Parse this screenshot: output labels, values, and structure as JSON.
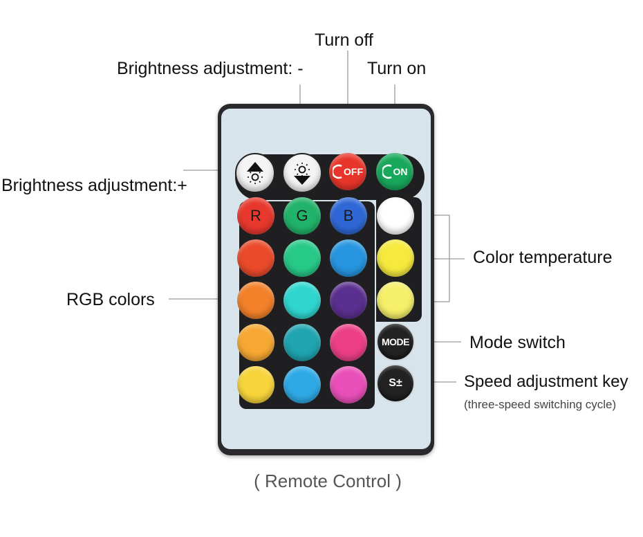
{
  "labels": {
    "turn_off": "Turn off",
    "brightness_minus": "Brightness adjustment: -",
    "turn_on": "Turn on",
    "brightness_plus": "Brightness adjustment:+",
    "color_temperature": "Color temperature",
    "rgb_colors": "RGB colors",
    "mode_switch": "Mode switch",
    "speed_adjustment": "Speed adjustment key",
    "speed_note": "(three-speed switching cycle)",
    "caption": "( Remote Control )"
  },
  "buttons": {
    "off": "OFF",
    "on": "ON",
    "mode": "MODE",
    "speed": "S±",
    "r": "R",
    "g": "G",
    "b": "B"
  },
  "colors": {
    "off": "#e8352b",
    "on": "#18a85c",
    "grid": [
      [
        "#e8382d",
        "#21b36a",
        "#2f68d6"
      ],
      [
        "#ea4a2a",
        "#27c988",
        "#2795e0"
      ],
      [
        "#f2812a",
        "#2fd6d0",
        "#5b2f8f"
      ],
      [
        "#f6a832",
        "#1fa4b0",
        "#ec3f86"
      ],
      [
        "#f7d43a",
        "#2ea9e6",
        "#e94fb8"
      ]
    ],
    "temperature": [
      "#ffffff",
      "#f6ea3e",
      "#f6ef6a"
    ]
  }
}
